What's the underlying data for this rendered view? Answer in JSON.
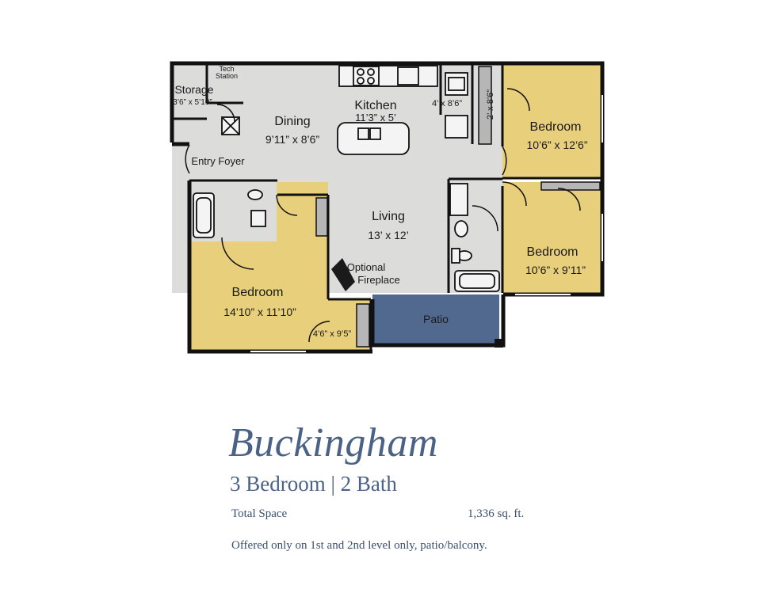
{
  "floorplan": {
    "name": "Buckingham",
    "config": "3 Bedroom | 2 Bath",
    "total_space_label": "Total Space",
    "total_space_value": "1,336 sq. ft.",
    "note": "Offered only on 1st and 2nd level only, patio/balcony.",
    "colors": {
      "bedroom": "#e8cf7c",
      "common": "#dcdcdb",
      "patio": "#52698f",
      "wall": "#111111",
      "text_accent": "#4a6286"
    },
    "rooms": {
      "tech_station": "Tech Station",
      "storage": "Storage",
      "storage_dim": "3’6” x 5’10”",
      "dining": "Dining",
      "dining_dim": "9’11” x 8’6”",
      "kitchen": "Kitchen",
      "kitchen_dim": "11’3” x 5’",
      "pantry_dim": "4’ x 8’6”",
      "linen_dim": "2’ x 8’6”",
      "entry": "Entry Foyer",
      "living": "Living",
      "living_dim": "13’ x 12’",
      "fireplace": "Optional Fireplace",
      "master": "Bedroom",
      "master_dim": "14’10” x 11’10”",
      "master_closet_dim": "4’6” x 9’5”",
      "bed2": "Bedroom",
      "bed2_dim": "10’6” x 12’6”",
      "bed3": "Bedroom",
      "bed3_dim": "10’6” x 9’11”",
      "patio": "Patio"
    }
  }
}
